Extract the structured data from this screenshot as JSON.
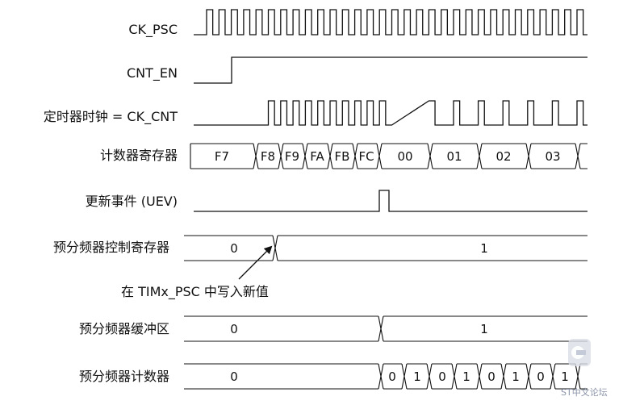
{
  "signals": {
    "ck_psc": "CK_PSC",
    "cnt_en": "CNT_EN",
    "ck_cnt": "定时器时钟 = CK_CNT",
    "counter_reg": "计数器寄存器",
    "uev": "更新事件 (UEV)",
    "psc_ctrl": "预分频器控制寄存器",
    "psc_buffer": "预分频器缓冲区",
    "psc_counter": "预分频器计数器"
  },
  "counter_values": [
    "F7",
    "F8",
    "F9",
    "FA",
    "FB",
    "FC",
    "00",
    "01",
    "02",
    "03"
  ],
  "psc_ctrl_values": [
    "0",
    "1"
  ],
  "psc_buffer_values": [
    "0",
    "1"
  ],
  "psc_counter_values": [
    "0",
    "0",
    "1",
    "0",
    "1",
    "0",
    "1",
    "0",
    "1"
  ],
  "annotation": "在 TIMx_PSC 中写入新值",
  "watermark": "ST中文论坛"
}
